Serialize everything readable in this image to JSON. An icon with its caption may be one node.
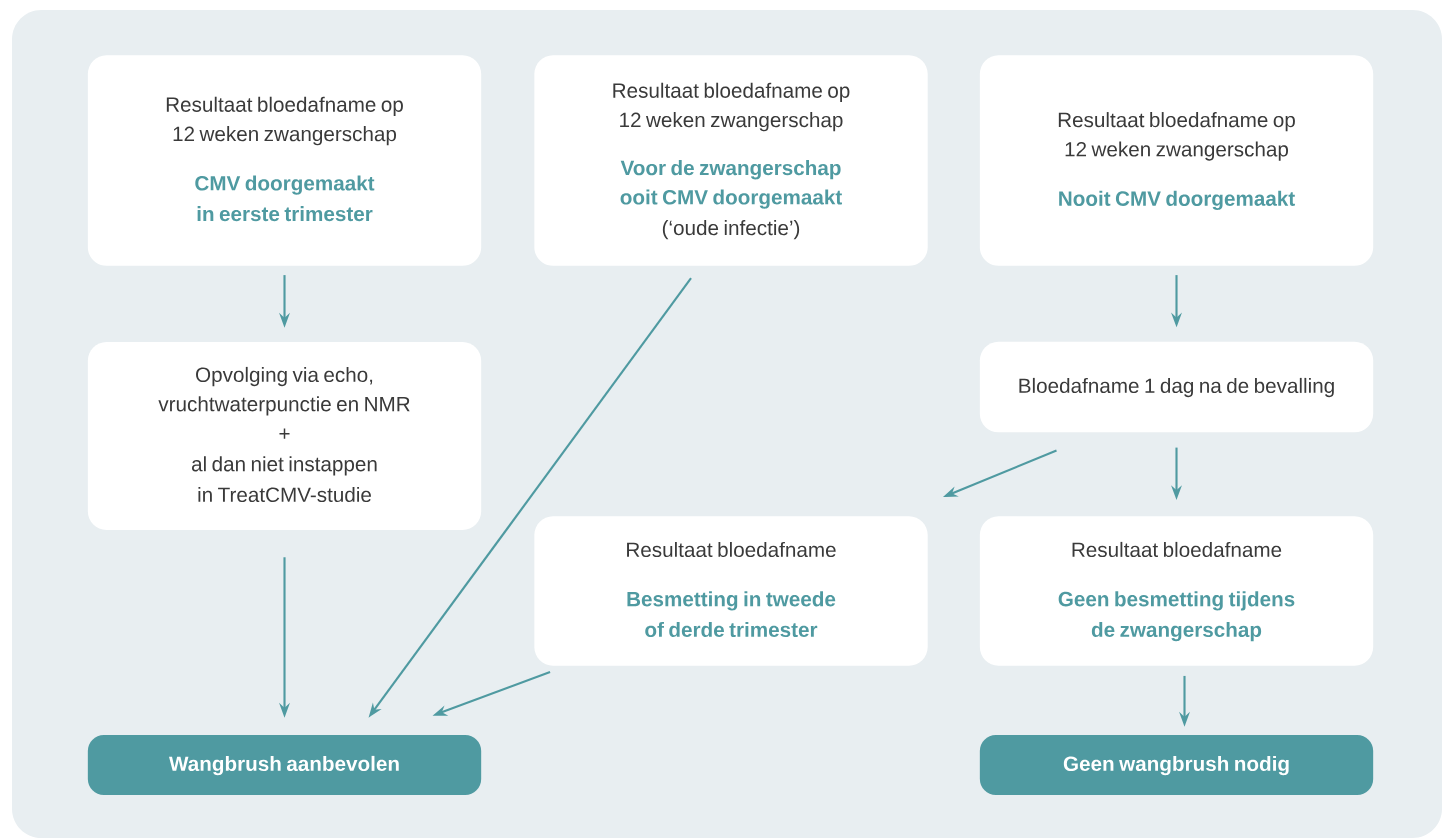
{
  "diagram": {
    "nodes": [
      {
        "text": [
          "Resultaat bloedafname op 12 weken zwangerschap",
          "CMV doorgemaakt in eerste trimester"
        ]
      },
      {
        "text": [
          "Resultaat bloedafname op 12 weken zwangerschap",
          "Voor de zwangerschap ooit CMV doorgemaakt",
          "(‘oude infectie’)"
        ]
      },
      {
        "text": [
          "Resultaat bloedafname op 12 weken zwangerschap",
          "Nooit CMV doorgemaakt"
        ]
      },
      {
        "text": [
          "Opvolging via echo, vruchtwaterpunctie en NMR",
          "+",
          "al dan niet instappen in TreatCMV-studie"
        ]
      },
      {
        "text": [
          "Bloedafname 1 dag na de bevalling"
        ]
      },
      {
        "text": [
          "Resultaat bloedafname",
          "Besmetting in tweede of derde trimester"
        ]
      },
      {
        "text": [
          "Resultaat bloedafname",
          "Geen besmetting tijdens de zwangerschap"
        ]
      },
      {
        "text": [
          "Wangbrush aanbevolen"
        ]
      },
      {
        "text": [
          "Geen wangbrush nodig"
        ]
      }
    ],
    "edges": [
      {
        "from": 0,
        "to": 3,
        "arrow": "to"
      },
      {
        "from": 3,
        "to": 7,
        "arrow": "to"
      },
      {
        "from": 1,
        "to": 7,
        "arrow": "to"
      },
      {
        "from": 5,
        "to": 7,
        "arrow": "to"
      },
      {
        "from": 2,
        "to": 4,
        "arrow": "to"
      },
      {
        "from": 4,
        "to": 5,
        "arrow": "to"
      },
      {
        "from": 4,
        "to": 6,
        "arrow": "to"
      },
      {
        "from": 6,
        "to": 8,
        "arrow": "to"
      }
    ]
  }
}
